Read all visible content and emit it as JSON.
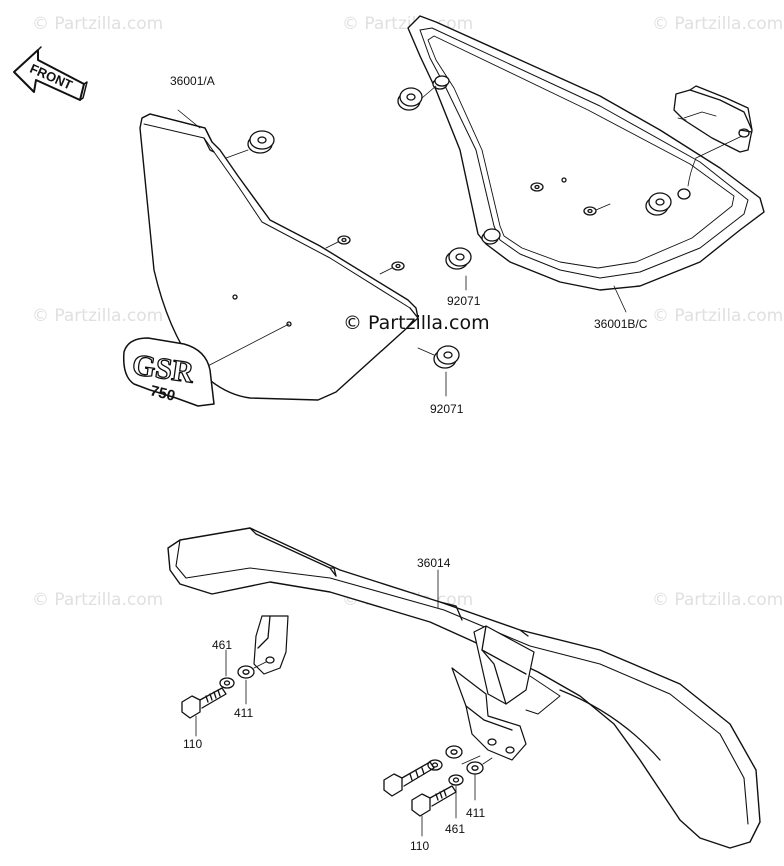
{
  "watermark": {
    "text": "© Partzilla.com"
  },
  "center_watermark": "© Partzilla.com",
  "front_arrow": {
    "text": "FRONT"
  },
  "emblem": {
    "line1": "GSR",
    "line2": "750"
  },
  "labels": {
    "side_cover_left": "36001/A",
    "side_cover_right": "36001B/C",
    "grommet_upper": "92071",
    "grommet_lower": "92071",
    "chain_cover": "36014",
    "washer_461_left": "461",
    "washer_411_left": "411",
    "bolt_110_left": "110",
    "washer_411_right": "411",
    "washer_461_right": "461",
    "bolt_110_right": "110"
  },
  "colors": {
    "line": "#111111",
    "watermark": "#e0e0e0",
    "background": "#ffffff"
  }
}
